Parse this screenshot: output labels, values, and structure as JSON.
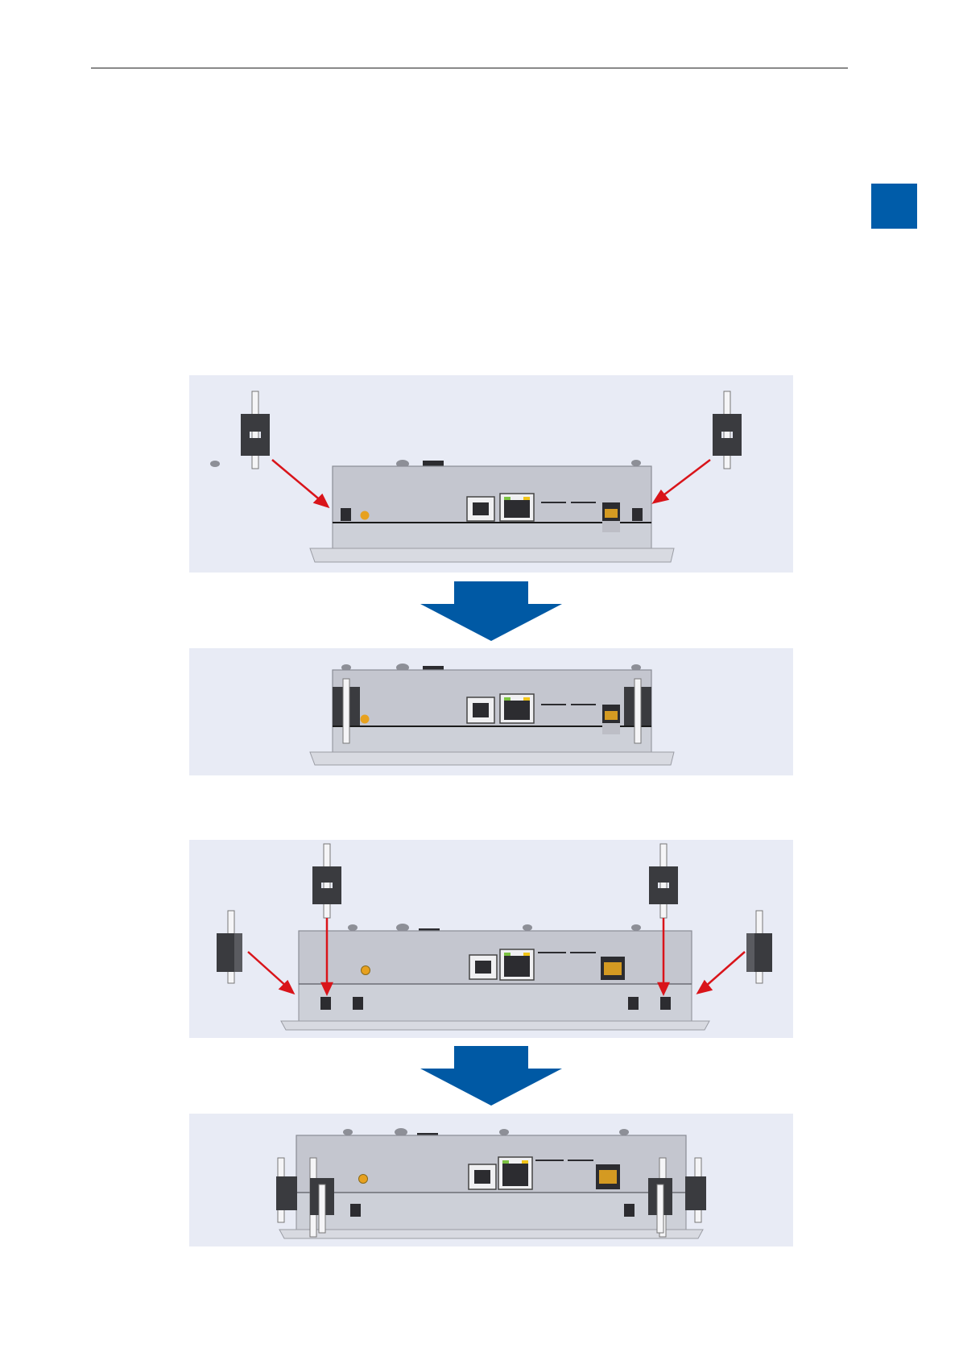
{
  "page": {
    "accent_color": "#005ca9",
    "panel_color": "#e8ebf5",
    "arrow_color": "#0059a4",
    "pointer_arrow_color": "#d9141a",
    "device_color": "#c4c6cf",
    "clip_color": "#3a3b3f",
    "connector_color": "#d49a22"
  },
  "icons": {
    "section_tab": "blue-square-tab",
    "down_arrow": "large-down-arrow"
  },
  "figures": [
    {
      "id": "figure-1-before",
      "view": "device-side-view",
      "clips": 2
    },
    {
      "id": "figure-1-after",
      "view": "device-side-view",
      "clips": 2
    },
    {
      "id": "figure-2-before",
      "view": "device-side-view",
      "clips": 4
    },
    {
      "id": "figure-2-after",
      "view": "device-side-view",
      "clips": 4
    }
  ]
}
